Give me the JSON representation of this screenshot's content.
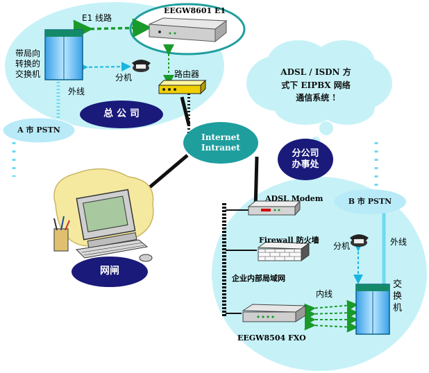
{
  "labels": {
    "e1_line": "E1 线路",
    "device_e1": "EEGW8601 E1",
    "switch_hq": "带局向\n转换的\n交换机",
    "extension_hq": "分机",
    "router": "路由器",
    "outside_line_hq": "外线",
    "hq": "总 公 司",
    "pstn_a": "A 市 PSTN",
    "internet": "Internet\nIntranet",
    "cloud_text": "ADSL / ISDN 方\n式下 EIPBX 网络\n通信系统 !",
    "branch": "分公司\n办事处",
    "adsl_modem": "ADSL Modem",
    "pstn_b": "B 市 PSTN",
    "firewall": "Firewall 防火墙",
    "extension_branch": "分机",
    "outside_line_branch": "外线",
    "lan": "企业内部局域网",
    "switch_branch": "交\n换\n机",
    "inner_line": "内线",
    "device_fxo": "EEGW8504 FXO",
    "gateway": "网闸"
  },
  "colors": {
    "zone_fill": "#c6f2f7",
    "ellipse_navy": "#1a1a7a",
    "ellipse_teal": "#1f9e9e",
    "green": "#1a9a2a",
    "cyan_dash": "#18b6e0",
    "black": "#111111"
  }
}
